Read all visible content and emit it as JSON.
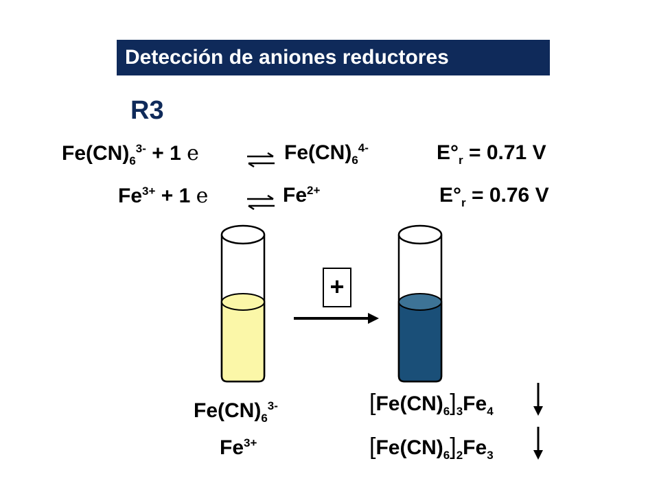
{
  "header": {
    "title": "Detección de aniones reductores"
  },
  "reaction_id": "R3",
  "equations": [
    {
      "lhs_species": "Fe(CN)",
      "lhs_sub": "6",
      "lhs_sup": "3-",
      "plus_electron": "+ 1",
      "electron": "e",
      "rhs_species": "Fe(CN)",
      "rhs_sub": "6",
      "rhs_sup": "4-",
      "potential_label": "E°",
      "potential_sub": "r",
      "potential_value": "= 0.71 V"
    },
    {
      "lhs_species": "Fe",
      "lhs_sup": "3+",
      "plus_electron": "+ 1",
      "electron": "e",
      "rhs_species": "Fe",
      "rhs_sup": "2+",
      "potential_label": "E°",
      "potential_sub": "r",
      "potential_value": "= 0.76 V"
    }
  ],
  "reagent_symbol": "+",
  "tube_left": {
    "liquid_color": "#fbf7a8",
    "labels": [
      {
        "species": "Fe(CN)",
        "sub": "6",
        "sup": "3-"
      },
      {
        "species": "Fe",
        "sup": "3+"
      }
    ]
  },
  "tube_right": {
    "liquid_color": "#1a4f78",
    "labels": [
      {
        "open": "[",
        "species": "Fe(CN)",
        "sub": "6",
        "close": "]",
        "sub2": "3",
        "species2": "Fe",
        "sub3": "4"
      },
      {
        "open": "[",
        "species": "Fe(CN)",
        "sub": "6",
        "close": "]",
        "sub2": "2",
        "species2": "Fe",
        "sub3": "3"
      }
    ]
  },
  "colors": {
    "banner": "#0f2a5a",
    "subtitle": "#0f2a5a"
  }
}
